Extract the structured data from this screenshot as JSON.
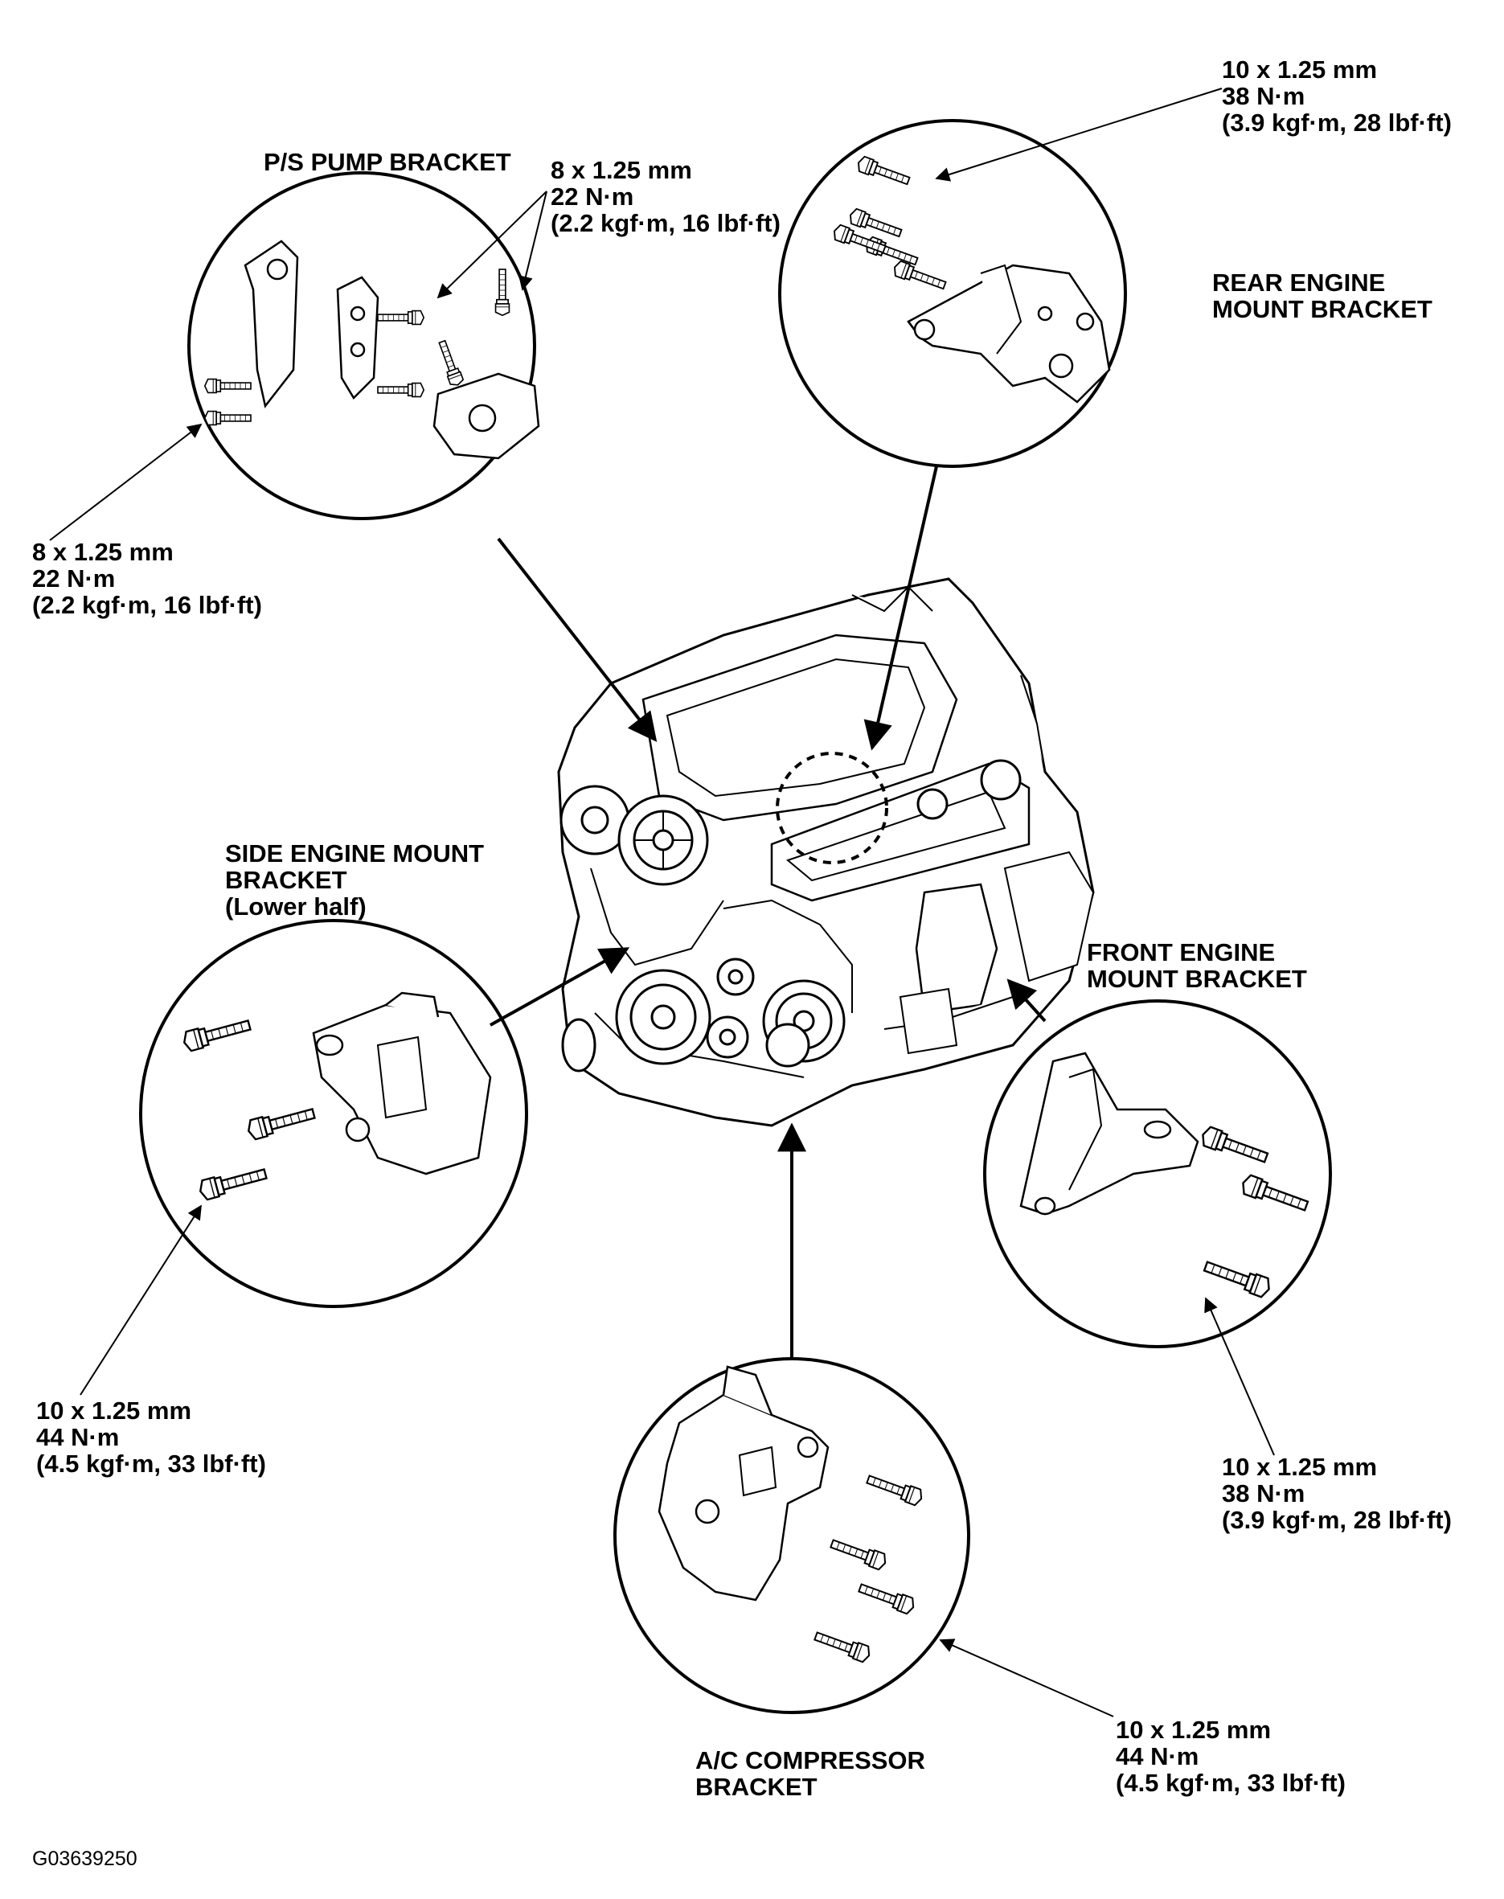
{
  "labels": {
    "ps_pump_bracket": "P/S PUMP BRACKET",
    "rear_mount_line1": "REAR ENGINE",
    "rear_mount_line2": "MOUNT BRACKET",
    "side_mount_line1": "SIDE ENGINE MOUNT",
    "side_mount_line2": "BRACKET",
    "side_mount_line3": "(Lower half)",
    "front_mount_line1": "FRONT ENGINE",
    "front_mount_line2": "MOUNT BRACKET",
    "ac_bracket_line1": "A/C COMPRESSOR",
    "ac_bracket_line2": "BRACKET"
  },
  "specs": {
    "rear_top": [
      "10 x 1.25 mm",
      "38 N·m",
      "(3.9 kgf·m, 28 lbf·ft)"
    ],
    "ps_top": [
      "8 x 1.25 mm",
      "22 N·m",
      "(2.2 kgf·m, 16 lbf·ft)"
    ],
    "ps_left": [
      "8 x 1.25 mm",
      "22 N·m",
      "(2.2 kgf·m, 16 lbf·ft)"
    ],
    "side_bottom": [
      "10 x 1.25 mm",
      "44 N·m",
      "(4.5 kgf·m, 33 lbf·ft)"
    ],
    "front_bottom": [
      "10 x 1.25 mm",
      "38 N·m",
      "(3.9 kgf·m, 28 lbf·ft)"
    ],
    "ac_bottom": [
      "10 x 1.25 mm",
      "44 N·m",
      "(4.5 kgf·m, 33 lbf·ft)"
    ]
  },
  "figure_code": "G03639250"
}
